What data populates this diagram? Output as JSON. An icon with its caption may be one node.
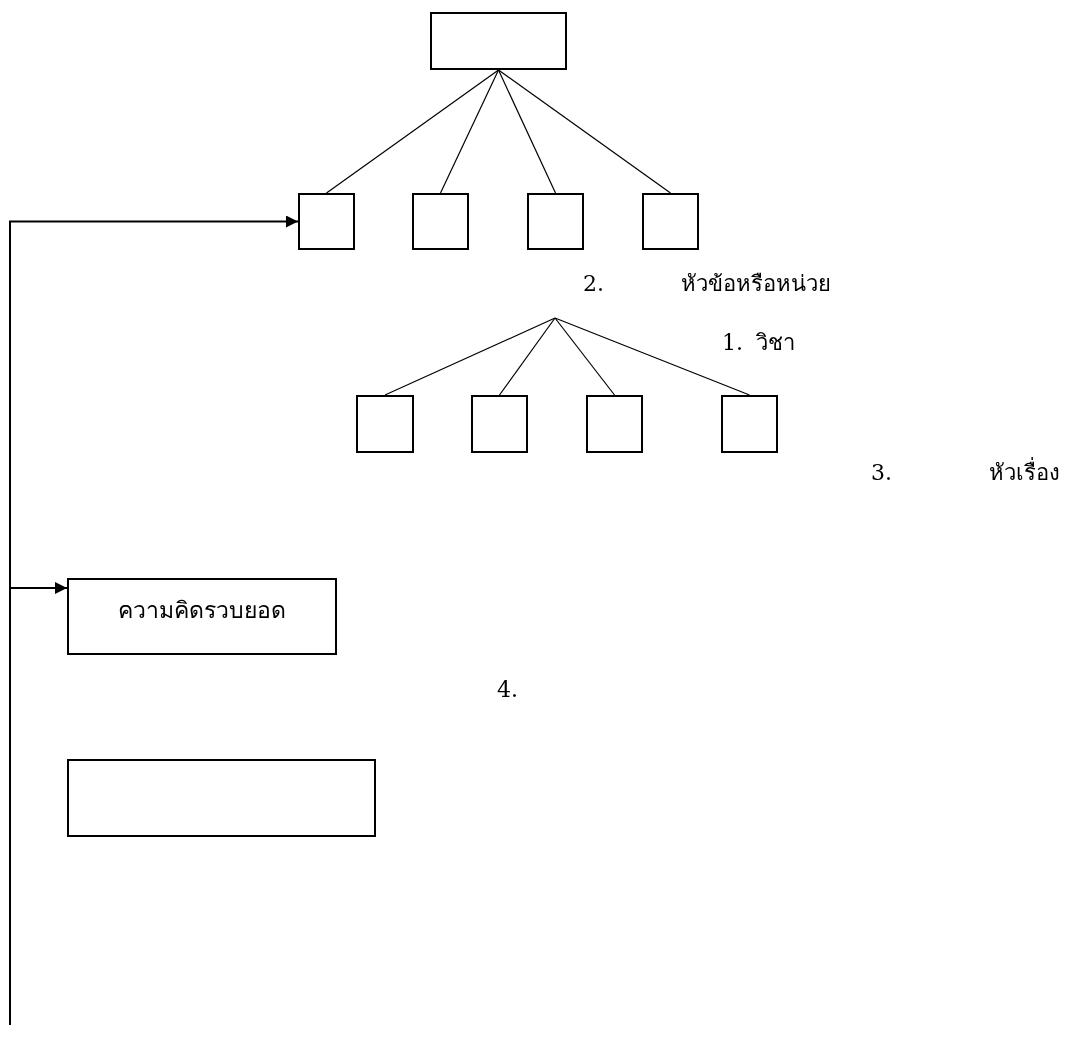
{
  "diagram": {
    "nodes": [
      {
        "text": [],
        "shape": "box"
      },
      {
        "text": [],
        "shape": "box"
      },
      {
        "text": [],
        "shape": "box"
      },
      {
        "text": [],
        "shape": "box"
      },
      {
        "text": [],
        "shape": "box"
      },
      {
        "text": [],
        "shape": "box"
      },
      {
        "text": [],
        "shape": "box"
      },
      {
        "text": [],
        "shape": "box"
      },
      {
        "text": [],
        "shape": "box"
      },
      {
        "text": [
          "ความคิดรวบยอด"
        ]
      },
      {
        "text": [],
        "shape": "box"
      }
    ],
    "edges": [
      {
        "from": 0,
        "to": 1,
        "arrow": "none"
      },
      {
        "from": 0,
        "to": 2,
        "arrow": "none"
      },
      {
        "from": 0,
        "to": 3,
        "arrow": "none"
      },
      {
        "from": 0,
        "to": 4,
        "arrow": "none"
      },
      {
        "from": null,
        "to": 5,
        "arrow": "none"
      },
      {
        "from": null,
        "to": 6,
        "arrow": "none"
      },
      {
        "from": null,
        "to": 7,
        "arrow": "none"
      },
      {
        "from": null,
        "to": 8,
        "arrow": "none"
      },
      {
        "from": null,
        "to": 1,
        "arrow": "to"
      },
      {
        "from": null,
        "to": 9,
        "arrow": "to"
      }
    ],
    "labels": [
      "1. วิชา",
      "2. หัวข้อหรือหน่วย",
      "3. หัวเรื่อง",
      "4."
    ]
  }
}
